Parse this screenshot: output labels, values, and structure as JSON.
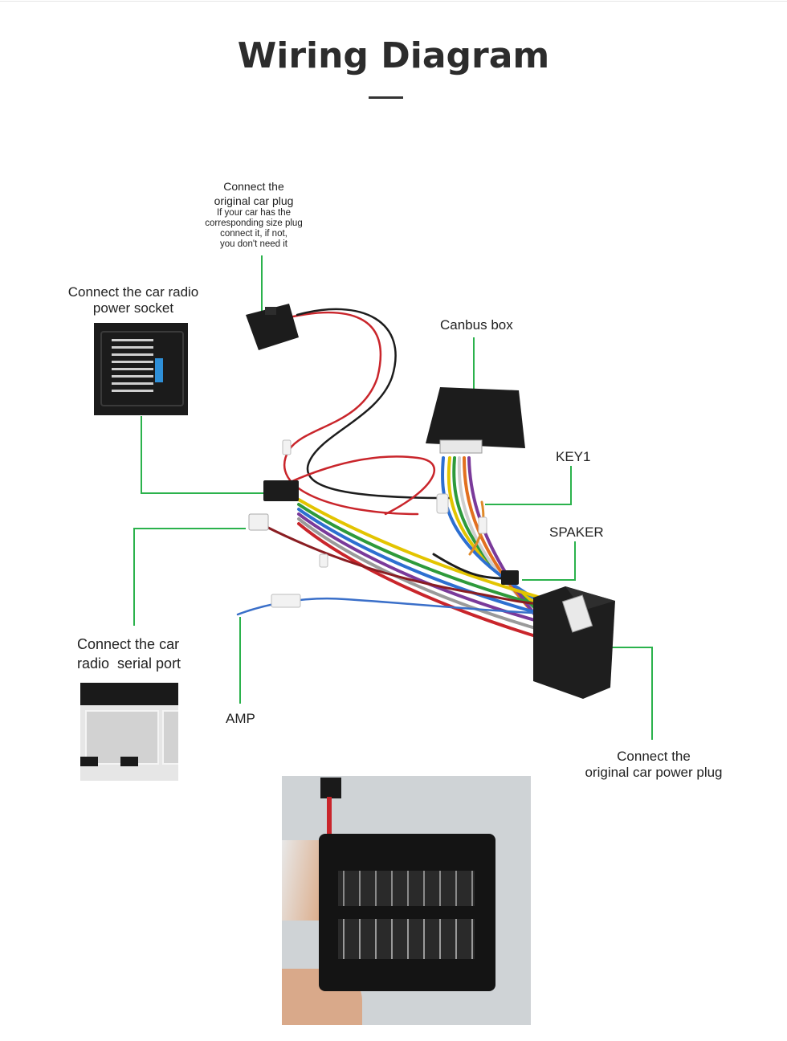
{
  "header": {
    "title": "Wiring Diagram"
  },
  "labels": {
    "original_plug": {
      "line1": "Connect the",
      "line2": "original car plug",
      "note1": "If your car has the",
      "note2": "corresponding size plug",
      "note3": "connect it, if not,",
      "note4": "you don't need it"
    },
    "power_socket": {
      "line1": "Connect the car radio",
      "line2": "power socket"
    },
    "canbus": "Canbus box",
    "key1": "KEY1",
    "speaker": "SPAKER",
    "serial_port": {
      "line1": "Connect the car",
      "line2": "radio  serial port"
    },
    "amp": "AMP",
    "power_plug": {
      "line1": "Connect the",
      "line2": "original car power plug"
    }
  },
  "colors": {
    "leader_line": "#2bb24c",
    "title": "#2c2c2c",
    "connector": "#1c1c1c"
  }
}
